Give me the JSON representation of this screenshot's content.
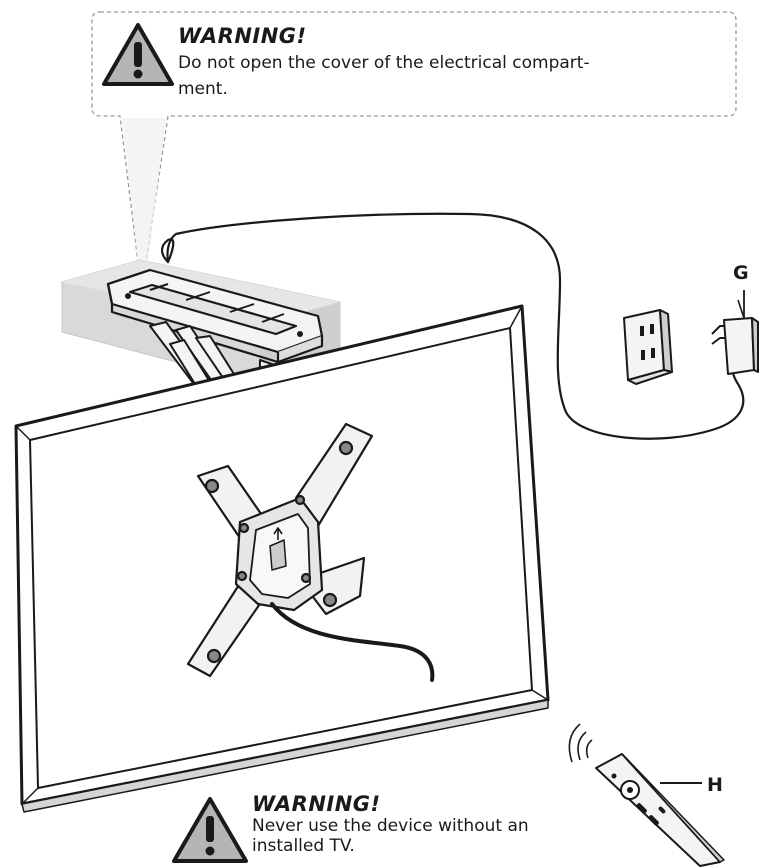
{
  "warnings": {
    "top": {
      "title": "WARNING!",
      "line1": "Do not open the cover of the electrical compart-",
      "line2": "ment."
    },
    "bottom": {
      "title": "WARNING!",
      "line1": "Never use the device without an",
      "line2": "installed TV."
    }
  },
  "callouts": {
    "power_adapter": "G",
    "remote_control": "H"
  },
  "icons": {
    "warning": "warning-triangle-icon",
    "outlet": "wall-outlet-icon",
    "adapter": "power-adapter-icon",
    "remote": "remote-control-icon"
  }
}
